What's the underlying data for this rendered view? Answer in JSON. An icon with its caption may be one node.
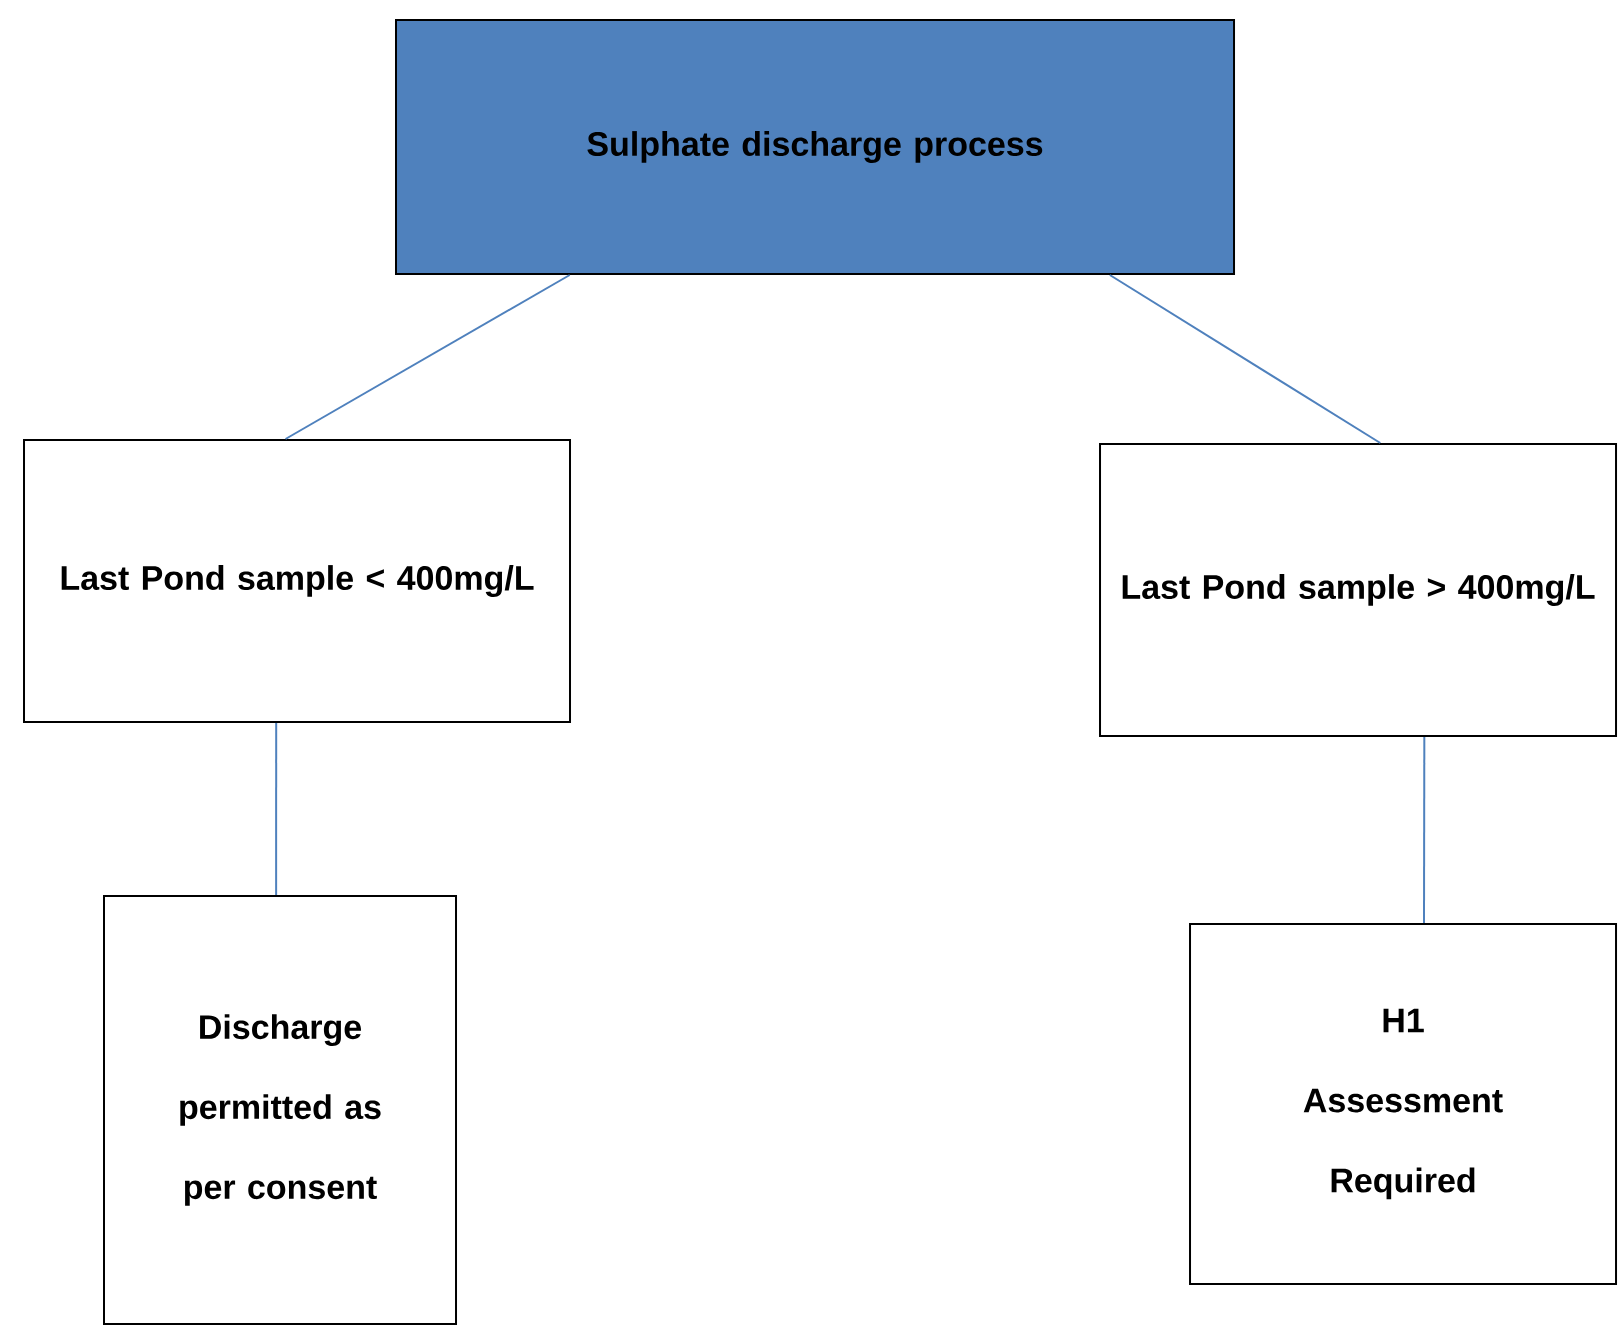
{
  "diagram": {
    "nodes": [
      {
        "text": [
          "Sulphate discharge process"
        ]
      },
      {
        "text": [
          "Last Pond sample < 400mg/L"
        ]
      },
      {
        "text": [
          "Last Pond sample > 400mg/L"
        ]
      },
      {
        "text": [
          "Discharge permitted as per consent"
        ]
      },
      {
        "text": [
          "H1 Assessment Required"
        ]
      }
    ],
    "edges": [
      {
        "from": 0,
        "to": 1,
        "arrow": "none"
      },
      {
        "from": 0,
        "to": 2,
        "arrow": "none"
      },
      {
        "from": 1,
        "to": 3,
        "arrow": "none"
      },
      {
        "from": 2,
        "to": 4,
        "arrow": "none"
      }
    ]
  }
}
